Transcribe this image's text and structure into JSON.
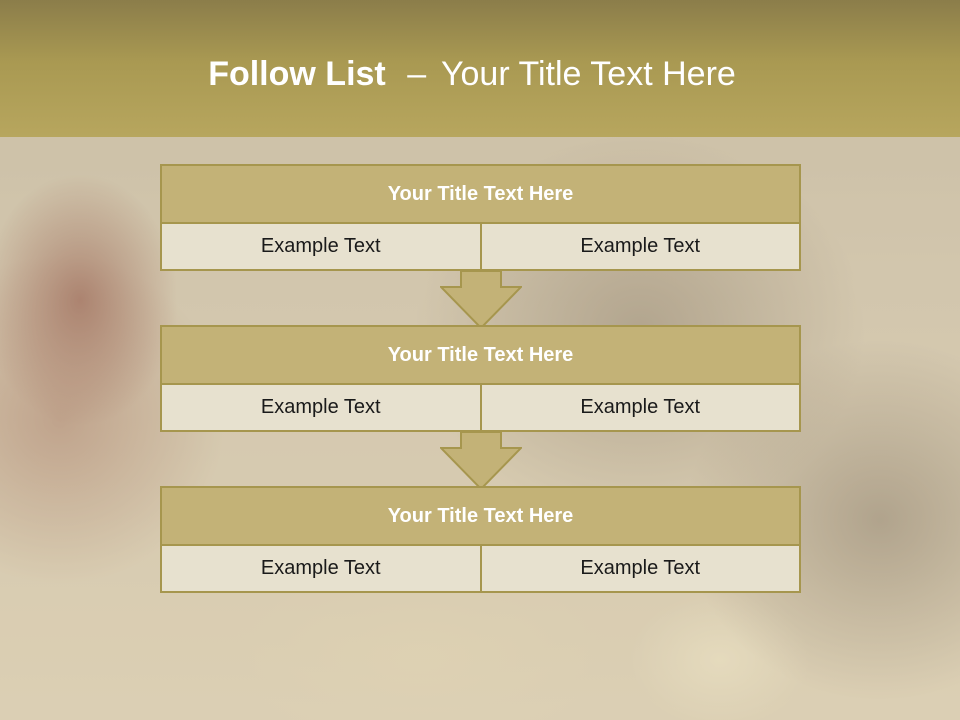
{
  "slide": {
    "title_bold": "Follow List",
    "title_dash": "–",
    "title_rest": "Your Title Text Here"
  },
  "steps": [
    {
      "title": "Your Title Text Here",
      "left": "Example Text",
      "right": "Example Text"
    },
    {
      "title": "Your Title Text Here",
      "left": "Example Text",
      "right": "Example Text"
    },
    {
      "title": "Your Title Text Here",
      "left": "Example Text",
      "right": "Example Text"
    }
  ],
  "colors": {
    "header": "#a99952",
    "box_border": "#a6964e",
    "box_title_fill": "#c3b277",
    "cell_fill": "#e7e1cf",
    "arrow_fill": "#c3b277"
  }
}
